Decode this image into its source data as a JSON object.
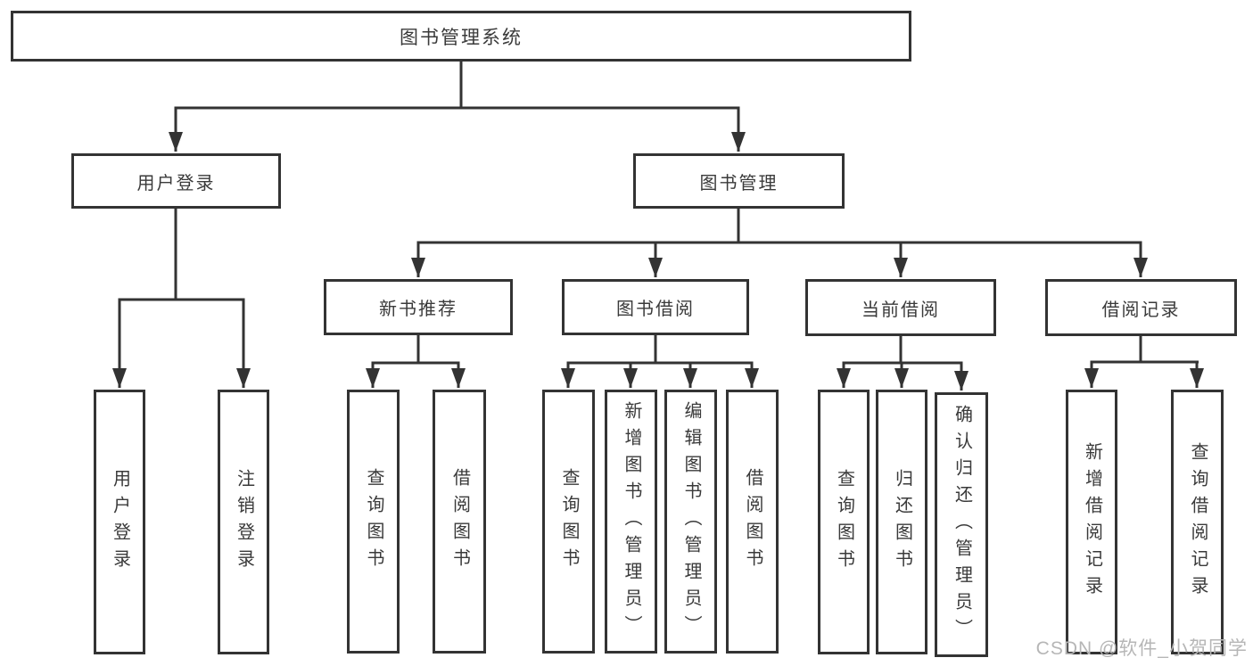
{
  "diagram": {
    "type": "hierarchy-tree",
    "tree": {
      "label": "图书管理系统",
      "children": [
        {
          "label": "用户登录",
          "children": [
            {
              "label": "用户登录"
            },
            {
              "label": "注销登录"
            }
          ]
        },
        {
          "label": "图书管理",
          "children": [
            {
              "label": "新书推荐",
              "children": [
                {
                  "label": "查询图书"
                },
                {
                  "label": "借阅图书"
                }
              ]
            },
            {
              "label": "图书借阅",
              "children": [
                {
                  "label": "查询图书"
                },
                {
                  "label": "新增图书（管理员）"
                },
                {
                  "label": "编辑图书（管理员）"
                },
                {
                  "label": "借阅图书"
                }
              ]
            },
            {
              "label": "当前借阅",
              "children": [
                {
                  "label": "查询图书"
                },
                {
                  "label": "归还图书"
                },
                {
                  "label": "确认归还（管理员）"
                }
              ]
            },
            {
              "label": "借阅记录",
              "children": [
                {
                  "label": "新增借阅记录"
                },
                {
                  "label": "查询借阅记录"
                }
              ]
            }
          ]
        }
      ]
    },
    "watermark": "CSDN @软件_小贺同学",
    "colors": {
      "line": "#333333",
      "box_border": "#333333",
      "box_fill": "#ffffff",
      "text": "#3a3a3a",
      "watermark": "#b6b6b6",
      "background": "#ffffff"
    }
  }
}
